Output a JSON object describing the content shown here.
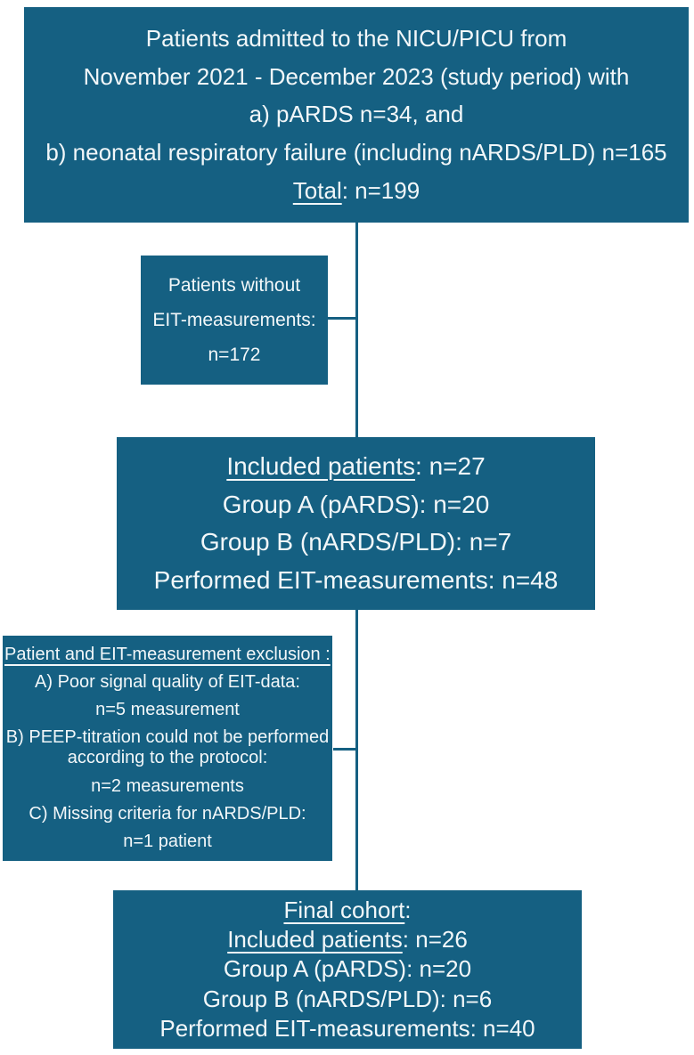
{
  "diagram": {
    "type": "flowchart",
    "colors": {
      "box_fill": "#156082",
      "text_color": "#f2f7f9",
      "connector": "#156082",
      "background": "#ffffff"
    },
    "box_admitted": {
      "line1": "Patients admitted to the NICU/PICU from",
      "line2": "November 2021 - December 2023 (study period) with",
      "line3": "a) pARDS n=34, and",
      "line4": "b) neonatal respiratory failure (including nARDS/PLD) n=165",
      "total_label": "Total",
      "total_value": ": n=199"
    },
    "box_no_eit": {
      "line1": "Patients without",
      "line2": "EIT-measurements:",
      "line3": "n=172"
    },
    "box_included": {
      "included_label": "Included patients",
      "included_value": ": n=27",
      "group_a": "Group A (pARDS): n=20",
      "group_b": "Group B (nARDS/PLD): n=7",
      "measurements": "Performed EIT-measurements: n=48"
    },
    "box_exclusion": {
      "heading": "Patient and EIT-measurement exclusion :",
      "item_a": "A) Poor signal quality of EIT-data:",
      "item_a_n": "n=5 measurement",
      "item_b_line1": "B) PEEP-titration could not be performed",
      "item_b_line2": "according to the protocol:",
      "item_b_n": "n=2 measurements",
      "item_c": "C) Missing criteria for nARDS/PLD:",
      "item_c_n": "n=1 patient"
    },
    "box_final": {
      "final_label": "Final cohort",
      "final_colon": ":",
      "included_label": "Included patients",
      "included_value": ": n=26",
      "group_a": "Group A (pARDS): n=20",
      "group_b": "Group B (nARDS/PLD): n=6",
      "measurements": "Performed EIT-measurements: n=40"
    }
  }
}
